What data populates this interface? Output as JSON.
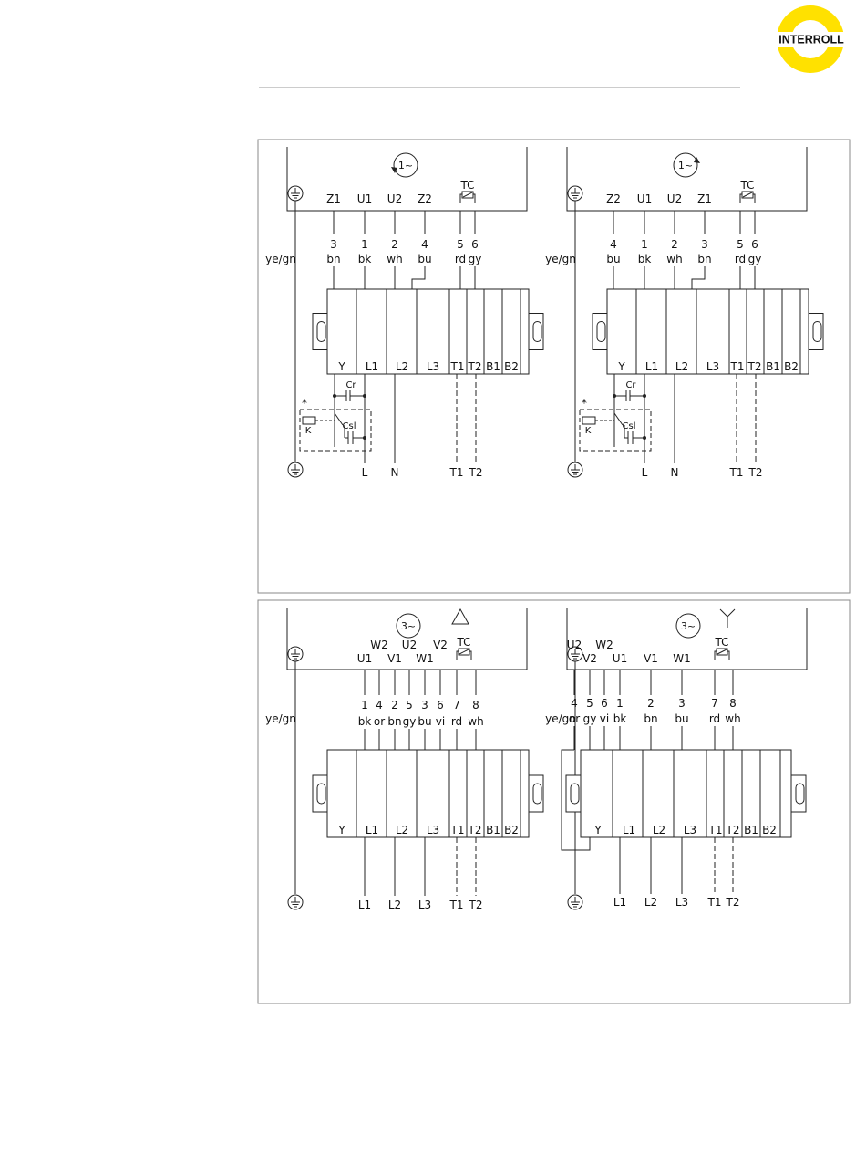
{
  "logo": {
    "text": "INTERROLL",
    "ring_color": "#ffe100"
  },
  "colors": {
    "line": "#222222",
    "panel_border": "#888888",
    "header_rule": "#999999"
  },
  "diagrams": [
    {
      "id": "single-phase-ccw",
      "rotation": "1~",
      "rotation_dir": "ccw",
      "tc": "TC",
      "ground_label": "ye/gn",
      "terms": [
        {
          "top": "Z1",
          "num": "3",
          "col": "bn"
        },
        {
          "top": "U1",
          "num": "1",
          "col": "bk"
        },
        {
          "top": "U2",
          "num": "2",
          "col": "wh"
        },
        {
          "top": "Z2",
          "num": "4",
          "col": "bu"
        },
        {
          "top": "",
          "num": "5",
          "col": "rd"
        },
        {
          "top": "",
          "num": "6",
          "col": "gy"
        }
      ],
      "block": [
        "Y",
        "L1",
        "L2",
        "L3",
        "T1",
        "T2",
        "B1",
        "B2"
      ],
      "bottom": [
        "L",
        "N",
        "T1",
        "T2"
      ],
      "cap_run": "Cr",
      "cap_start": "Csl",
      "relay": "K",
      "star": "*"
    },
    {
      "id": "single-phase-cw",
      "rotation": "1~",
      "rotation_dir": "cw",
      "tc": "TC",
      "ground_label": "ye/gn",
      "terms": [
        {
          "top": "Z2",
          "num": "4",
          "col": "bu"
        },
        {
          "top": "U1",
          "num": "1",
          "col": "bk"
        },
        {
          "top": "U2",
          "num": "2",
          "col": "wh"
        },
        {
          "top": "Z1",
          "num": "3",
          "col": "bn"
        },
        {
          "top": "",
          "num": "5",
          "col": "rd"
        },
        {
          "top": "",
          "num": "6",
          "col": "gy"
        }
      ],
      "block": [
        "Y",
        "L1",
        "L2",
        "L3",
        "T1",
        "T2",
        "B1",
        "B2"
      ],
      "bottom": [
        "L",
        "N",
        "T1",
        "T2"
      ],
      "cap_run": "Cr",
      "cap_start": "Csl",
      "relay": "K",
      "star": "*"
    },
    {
      "id": "three-phase-delta",
      "rotation": "3~",
      "tc": "TC",
      "ground_label": "ye/gn",
      "upper": [
        "W2",
        "U2",
        "V2"
      ],
      "lower": [
        "U1",
        "V1",
        "W1"
      ],
      "nums": [
        "1",
        "4",
        "2",
        "5",
        "3",
        "6",
        "7",
        "8"
      ],
      "cols": [
        "bk",
        "or",
        "bn",
        "gy",
        "bu",
        "vi",
        "rd",
        "wh"
      ],
      "block": [
        "Y",
        "L1",
        "L2",
        "L3",
        "T1",
        "T2",
        "B1",
        "B2"
      ],
      "bottom": [
        "L1",
        "L2",
        "L3",
        "T1",
        "T2"
      ]
    },
    {
      "id": "three-phase-star",
      "rotation": "3~",
      "tc": "TC",
      "ground_label": "ye/gn",
      "upper": [
        "U2",
        "W2"
      ],
      "lower": [
        "V2",
        "U1",
        "V1",
        "W1"
      ],
      "nums": [
        "4",
        "5",
        "6",
        "1",
        "2",
        "3",
        "7",
        "8"
      ],
      "cols": [
        "or",
        "gy",
        "vi",
        "bk",
        "bn",
        "bu",
        "rd",
        "wh"
      ],
      "block": [
        "Y",
        "L1",
        "L2",
        "L3",
        "T1",
        "T2",
        "B1",
        "B2"
      ],
      "bottom": [
        "L1",
        "L2",
        "L3",
        "T1",
        "T2"
      ]
    }
  ]
}
